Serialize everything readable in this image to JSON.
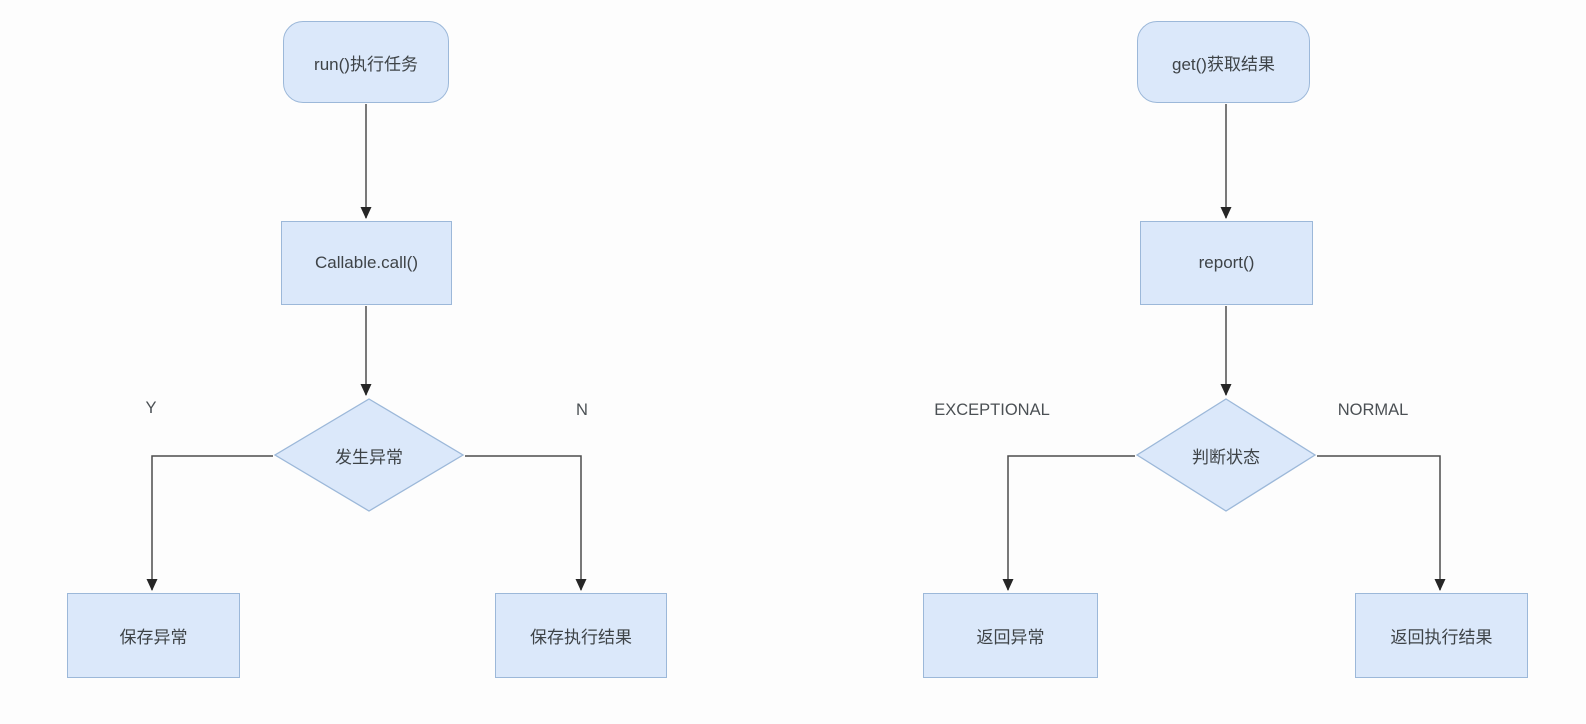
{
  "style": {
    "bg": "#fdfdfd",
    "node_fill": "#dbe8fa",
    "node_border": "#9cb8d9",
    "line_color": "#4d4d4d",
    "arrow_fill": "#262626",
    "text_color": "#3e4347",
    "label_color": "#4b5054"
  },
  "charts": [
    {
      "name": "task-execution-flow",
      "nodes": {
        "start": "run()执行任务",
        "process": "Callable.call()",
        "decision": "发生异常"
      },
      "branches": {
        "left_label": "Y",
        "right_label": "N",
        "left_result": "保存异常",
        "right_result": "保存执行结果"
      }
    },
    {
      "name": "get-result-flow",
      "nodes": {
        "start": "get()获取结果",
        "process": "report()",
        "decision": "判断状态"
      },
      "branches": {
        "left_label": "EXCEPTIONAL",
        "right_label": "NORMAL",
        "left_result": "返回异常",
        "right_result": "返回执行结果"
      }
    }
  ]
}
